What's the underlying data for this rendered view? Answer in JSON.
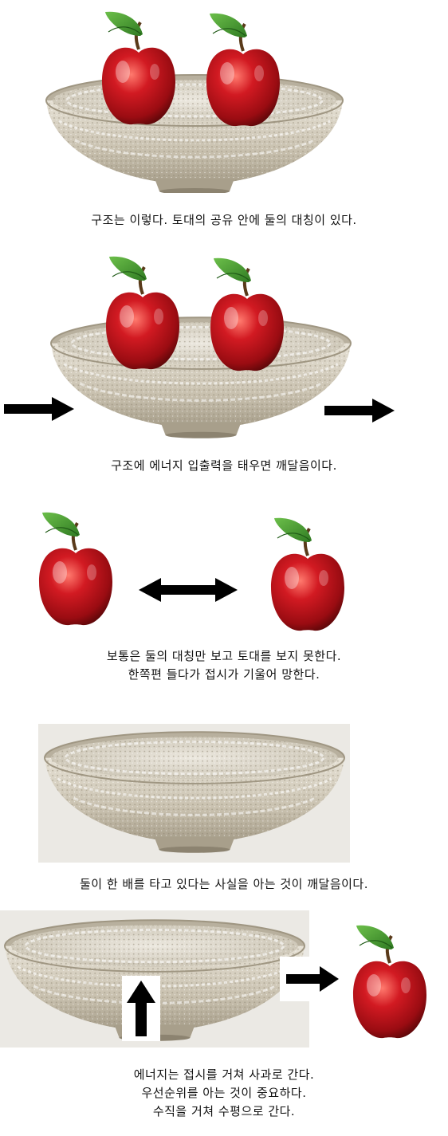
{
  "captions": {
    "panel1": [
      "구조는 이렇다. 토대의 공유 안에 둘의 대칭이 있다."
    ],
    "panel2": [
      "구조에 에너지 입출력을 태우면 깨달음이다."
    ],
    "panel3": [
      "보통은 둘의 대칭만 보고 토대를 보지 못한다.",
      "한쪽편 들다가 접시가 기울어 망한다."
    ],
    "panel4": [
      "둘이 한 배를 타고 있다는 사실을 아는 것이 깨달음이다."
    ],
    "panel5": [
      "에너지는 접시를 거쳐 사과로 간다.",
      "우선순위를 아는 것이 중요하다.",
      "수직을 거쳐 수평으로 간다."
    ]
  },
  "colors": {
    "apple": "#c4121c",
    "apple_dark": "#6e0a0e",
    "leaf": "#3f8f2e",
    "bowl": "#cfc8b8",
    "arrow": "#000000"
  },
  "icons": [
    "apple-icon",
    "bowl-icon",
    "right-arrow-icon",
    "double-arrow-icon",
    "up-arrow-icon"
  ]
}
